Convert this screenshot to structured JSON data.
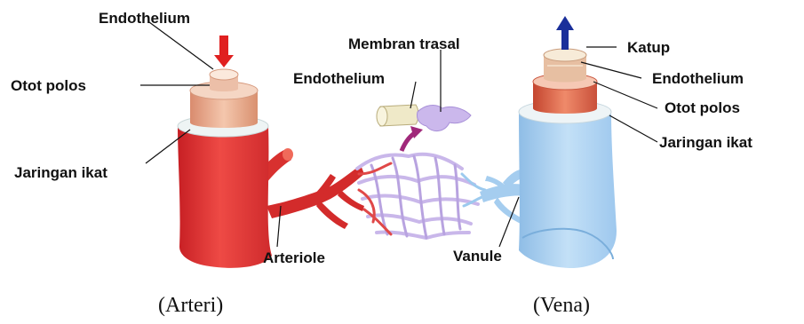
{
  "artery": {
    "labels": {
      "endothelium": "Endothelium",
      "smooth_muscle": "Otot polos",
      "connective_tissue": "Jaringan ikat"
    },
    "caption": "(Arteri)",
    "arrow_color": "#e02020"
  },
  "capillary": {
    "labels": {
      "membrane": "Membran trasal",
      "endothelium": "Endothelium"
    },
    "arrow_color": "#a0287a"
  },
  "arteriole": {
    "label": "Arteriole"
  },
  "venule": {
    "label": "Vanule"
  },
  "vein": {
    "labels": {
      "valve": "Katup",
      "endothelium": "Endothelium",
      "smooth_muscle": "Otot polos",
      "connective_tissue": "Jaringan ikat"
    },
    "caption": "(Vena)",
    "arrow_color": "#1a2f9a"
  },
  "colors": {
    "artery_red": "#e8393a",
    "vein_blue": "#a9cff0",
    "muscle_tan": "#e9b39a",
    "capillary_violet": "#c9b7ea"
  }
}
